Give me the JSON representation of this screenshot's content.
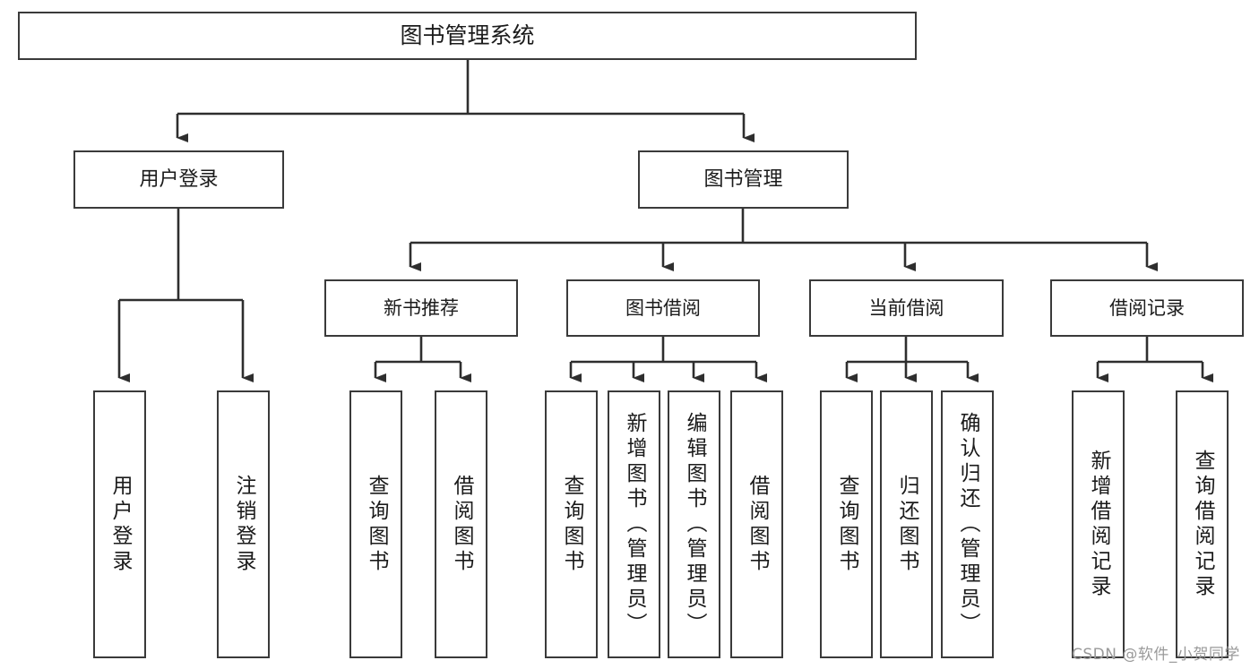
{
  "diagram": {
    "type": "tree-hierarchy",
    "title": "图书管理系统",
    "root": {
      "label": "图书管理系统"
    },
    "level2": [
      {
        "label": "用户登录"
      },
      {
        "label": "图书管理"
      }
    ],
    "level3": [
      {
        "label": "新书推荐"
      },
      {
        "label": "图书借阅"
      },
      {
        "label": "当前借阅"
      },
      {
        "label": "借阅记录"
      }
    ],
    "leaves": {
      "user_login": [
        {
          "label": "用户登录"
        },
        {
          "label": "注销登录"
        }
      ],
      "new_book": [
        {
          "label": "查询图书"
        },
        {
          "label": "借阅图书"
        }
      ],
      "book_borrow": [
        {
          "label": "查询图书"
        },
        {
          "label": "新增图书（管理员）"
        },
        {
          "label": "编辑图书（管理员）"
        },
        {
          "label": "借阅图书"
        }
      ],
      "current_borrow": [
        {
          "label": "查询图书"
        },
        {
          "label": "归还图书"
        },
        {
          "label": "确认归还（管理员）"
        }
      ],
      "borrow_record": [
        {
          "label": "新增借阅记录"
        },
        {
          "label": "查询借阅记录"
        }
      ]
    }
  },
  "watermark": {
    "text": "CSDN @软件_小贺同学"
  },
  "colors": {
    "border": "#3a3a3a",
    "fill": "#ffffff",
    "text": "#1b1b1b",
    "watermark": "#9a9a9a"
  }
}
